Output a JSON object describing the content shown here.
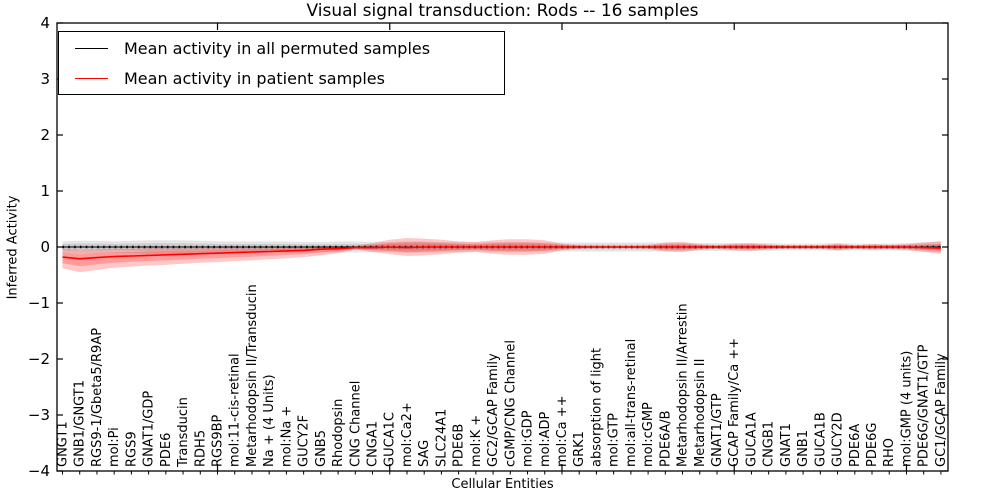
{
  "chart_data": {
    "type": "line",
    "title": "Visual signal transduction: Rods -- 16 samples",
    "xlabel": "Cellular Entities",
    "ylabel": "Inferred Activity",
    "ylim": [
      -4,
      4
    ],
    "yticks": [
      -4,
      -3,
      -2,
      -1,
      0,
      1,
      2,
      3,
      4
    ],
    "ytick_labels": [
      "−4",
      "−3",
      "−2",
      "−1",
      "0",
      "1",
      "2",
      "3",
      "4"
    ],
    "grid": false,
    "legend_position": "upper left",
    "x_major_tick_every": 10,
    "categories": [
      "GNGT1",
      "GNB1/GNGT1",
      "RGS9-1/Gbeta5/R9AP",
      "mol:Pi",
      "RGS9",
      "GNAT1/GDP",
      "PDE6",
      "Transducin",
      "RDH5",
      "RGS9BP",
      "mol:11-cis-retinal",
      "Metarhodopsin II/Transducin",
      "Na + (4 Units)",
      "mol:Na +",
      "GUCY2F",
      "GNB5",
      "Rhodopsin",
      "CNG Channel",
      "CNGA1",
      "GUCA1C",
      "mol:Ca2+",
      "SAG",
      "SLC24A1",
      "PDE6B",
      "mol:K +",
      "GC2/GCAP Family",
      "cGMP/CNG Channel",
      "mol:GDP",
      "mol:ADP",
      "mol:Ca ++",
      "GRK1",
      "absorption of light",
      "mol:GTP",
      "mol:all-trans-retinal",
      "mol:cGMP",
      "PDE6A/B",
      "Metarhodopsin II/Arrestin",
      "Metarhodopsin II",
      "GNAT1/GTP",
      "GCAP Family/Ca ++",
      "GUCA1A",
      "CNGB1",
      "GNAT1",
      "GNB1",
      "GUCA1B",
      "GUCY2D",
      "PDE6A",
      "PDE6G",
      "RHO",
      "mol:GMP (4 units)",
      "PDE6G/GNAT1/GTP",
      "GC1/GCAP Family"
    ],
    "series": [
      {
        "name": "Mean activity in all permuted samples",
        "color": "#000000",
        "line_style": "dotted",
        "band_color": "rgba(0,0,0,0.10)",
        "values": [
          0,
          0,
          0,
          0,
          0,
          0,
          0,
          0,
          0,
          0,
          0,
          0,
          0,
          0,
          0,
          0,
          0,
          0,
          0,
          0,
          0,
          0,
          0,
          0,
          0,
          0,
          0,
          0,
          0,
          0,
          0,
          0,
          0,
          0,
          0,
          0,
          0,
          0,
          0,
          0,
          0,
          0,
          0,
          0,
          0,
          0,
          0,
          0,
          0,
          0,
          0,
          0
        ],
        "band_low": [
          -0.1,
          -0.11,
          -0.11,
          -0.1,
          -0.11,
          -0.12,
          -0.12,
          -0.12,
          -0.11,
          -0.1,
          -0.1,
          -0.1,
          -0.1,
          -0.1,
          -0.09,
          -0.09,
          -0.1,
          -0.1,
          -0.09,
          -0.09,
          -0.1,
          -0.1,
          -0.09,
          -0.09,
          -0.08,
          -0.09,
          -0.09,
          -0.09,
          -0.08,
          -0.08,
          -0.08,
          -0.08,
          -0.08,
          -0.08,
          -0.08,
          -0.08,
          -0.08,
          -0.07,
          -0.07,
          -0.07,
          -0.07,
          -0.07,
          -0.06,
          -0.06,
          -0.06,
          -0.07,
          -0.06,
          -0.06,
          -0.06,
          -0.07,
          -0.08,
          -0.1
        ],
        "band_high": [
          0.1,
          0.11,
          0.11,
          0.1,
          0.11,
          0.12,
          0.12,
          0.12,
          0.11,
          0.1,
          0.1,
          0.1,
          0.1,
          0.1,
          0.09,
          0.09,
          0.1,
          0.1,
          0.09,
          0.09,
          0.1,
          0.1,
          0.09,
          0.09,
          0.08,
          0.09,
          0.09,
          0.09,
          0.08,
          0.08,
          0.08,
          0.08,
          0.08,
          0.08,
          0.08,
          0.08,
          0.08,
          0.07,
          0.07,
          0.07,
          0.07,
          0.07,
          0.06,
          0.06,
          0.06,
          0.07,
          0.06,
          0.06,
          0.06,
          0.07,
          0.08,
          0.1
        ]
      },
      {
        "name": "Mean activity in patient samples",
        "color": "#ff0000",
        "line_style": "solid",
        "band_color": "rgba(255,0,0,0.22)",
        "values": [
          -0.18,
          -0.21,
          -0.19,
          -0.17,
          -0.16,
          -0.15,
          -0.14,
          -0.13,
          -0.12,
          -0.11,
          -0.1,
          -0.09,
          -0.08,
          -0.07,
          -0.06,
          -0.04,
          -0.03,
          -0.01,
          -0.01,
          0,
          -0.01,
          0,
          0,
          0,
          0,
          0,
          0,
          0,
          0,
          0,
          0,
          0,
          0,
          0,
          0,
          0,
          0,
          0,
          0,
          0,
          0,
          0,
          0,
          0,
          0,
          0,
          0,
          0,
          0,
          0,
          -0.01,
          -0.02
        ],
        "band_low": [
          -0.38,
          -0.45,
          -0.41,
          -0.37,
          -0.35,
          -0.33,
          -0.32,
          -0.3,
          -0.28,
          -0.27,
          -0.25,
          -0.24,
          -0.22,
          -0.2,
          -0.18,
          -0.15,
          -0.11,
          -0.04,
          -0.09,
          -0.13,
          -0.16,
          -0.15,
          -0.13,
          -0.1,
          -0.09,
          -0.12,
          -0.14,
          -0.14,
          -0.12,
          -0.06,
          -0.03,
          -0.02,
          -0.02,
          -0.02,
          -0.03,
          -0.08,
          -0.09,
          -0.05,
          -0.03,
          -0.06,
          -0.07,
          -0.04,
          -0.03,
          -0.03,
          -0.03,
          -0.06,
          -0.03,
          -0.05,
          -0.04,
          -0.05,
          -0.09,
          -0.12
        ],
        "band_high": [
          -0.03,
          -0.05,
          -0.04,
          -0.03,
          -0.03,
          -0.02,
          -0.02,
          -0.02,
          -0.02,
          -0.01,
          -0.01,
          -0.01,
          -0.01,
          0,
          0,
          0.01,
          0.02,
          0.02,
          0.07,
          0.13,
          0.16,
          0.15,
          0.13,
          0.1,
          0.09,
          0.12,
          0.14,
          0.14,
          0.12,
          0.06,
          0.03,
          0.02,
          0.02,
          0.02,
          0.03,
          0.08,
          0.09,
          0.05,
          0.03,
          0.06,
          0.07,
          0.04,
          0.03,
          0.03,
          0.03,
          0.06,
          0.03,
          0.05,
          0.04,
          0.05,
          0.08,
          0.1
        ]
      }
    ]
  }
}
